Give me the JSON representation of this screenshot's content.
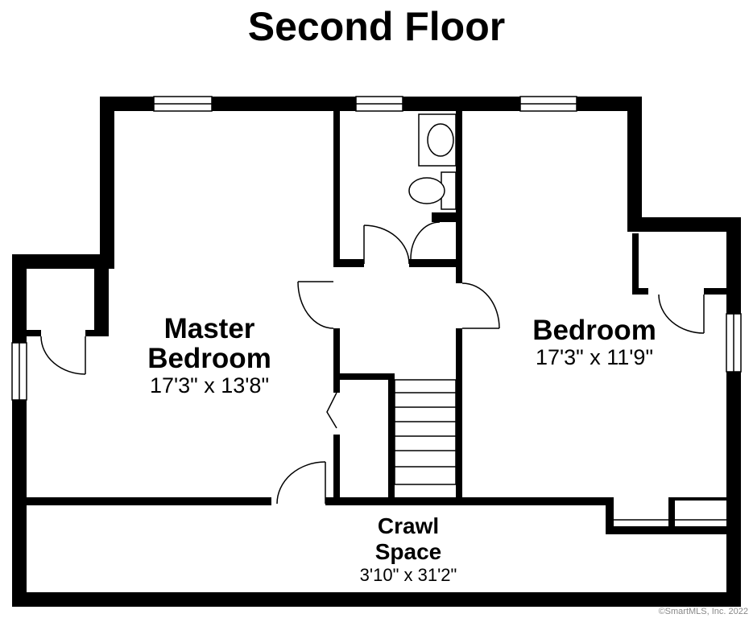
{
  "title": "Second Floor",
  "rooms": {
    "master": {
      "name_line1": "Master",
      "name_line2": "Bedroom",
      "dims": "17'3\" x 13'8\""
    },
    "bedroom": {
      "name": "Bedroom",
      "dims": "17'3\" x 11'9\""
    },
    "crawl": {
      "name_line1": "Crawl",
      "name_line2": "Space",
      "dims": "3'10\" x 31'2\""
    }
  },
  "copyright": "©SmartMLS, Inc. 2022"
}
